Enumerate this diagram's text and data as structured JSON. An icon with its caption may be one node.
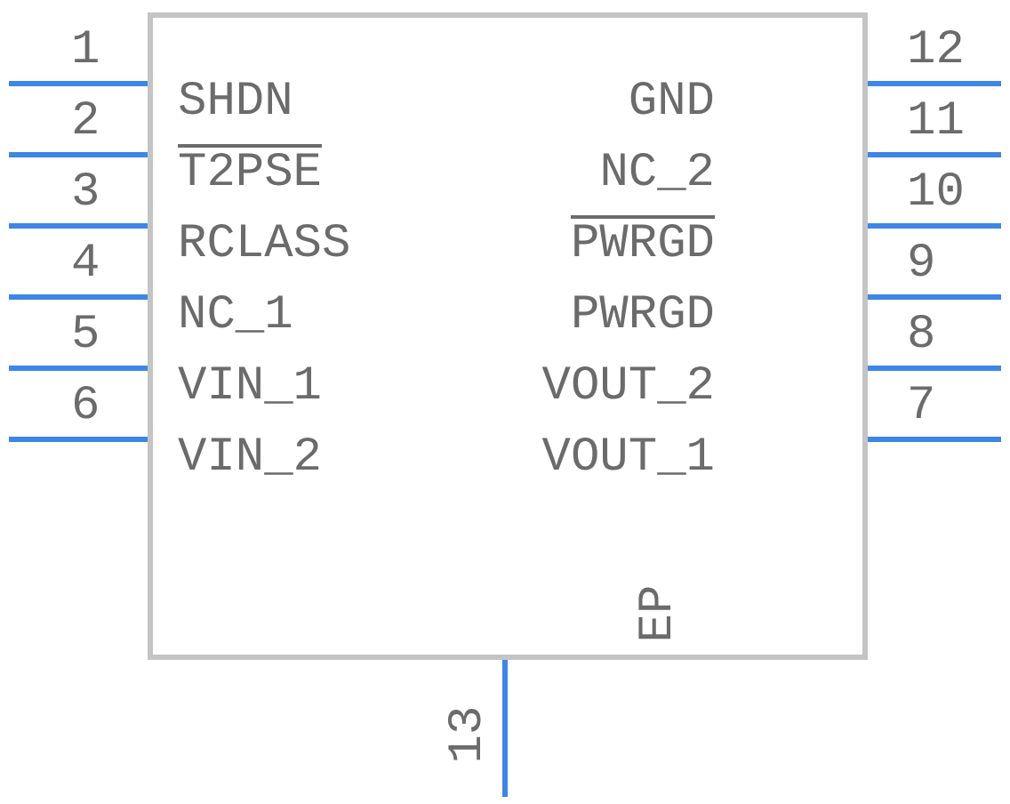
{
  "diagram": {
    "nodes": [
      {
        "text": [
          "SHDN",
          "T2PSE",
          "RCLASS",
          "NC_1",
          "VIN_1",
          "VIN_2",
          "GND",
          "NC_2",
          "PWRGD",
          "PWRGD",
          "VOUT_2",
          "VOUT_1",
          "EP"
        ]
      }
    ],
    "labels": [
      "1",
      "2",
      "3",
      "4",
      "5",
      "6",
      "12",
      "11",
      "10",
      "9",
      "8",
      "7",
      "13"
    ]
  }
}
